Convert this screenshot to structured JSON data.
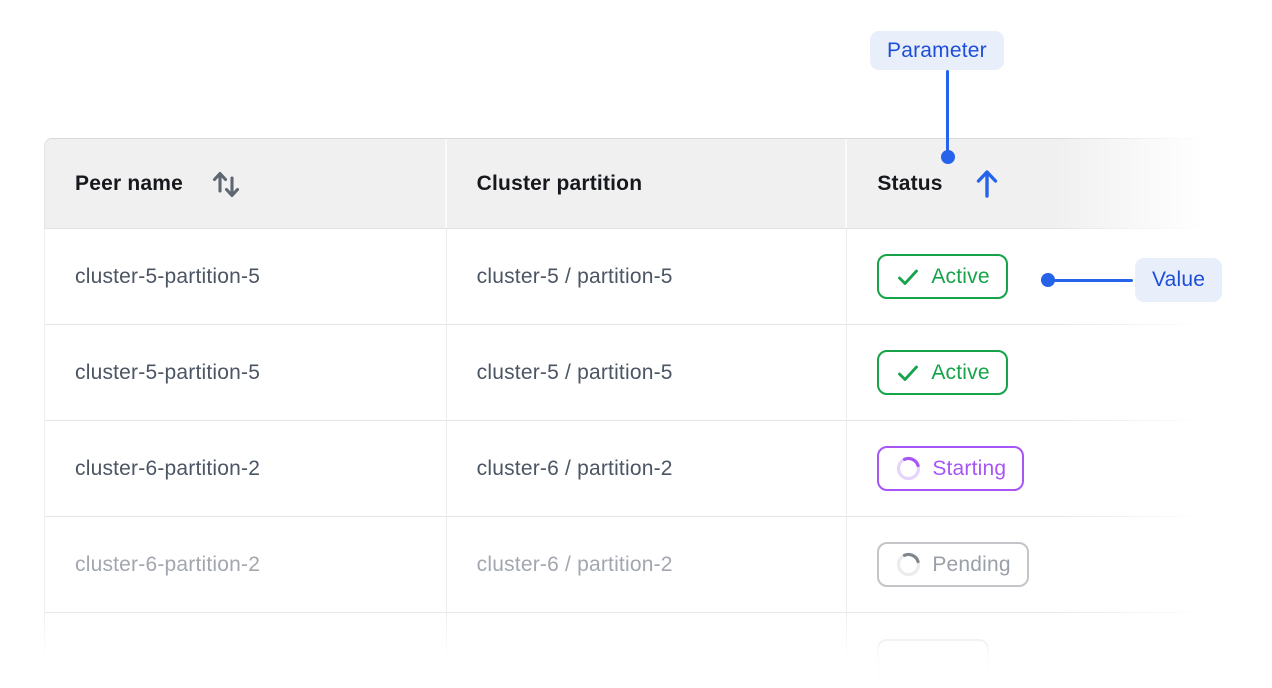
{
  "annotations": {
    "parameter_label": "Parameter",
    "value_label": "Value"
  },
  "table": {
    "header": {
      "peer_name": "Peer name",
      "cluster_partition": "Cluster partition",
      "status": "Status"
    },
    "sort": {
      "peer_name": "sortable-both",
      "status": "ascending"
    },
    "rows": [
      {
        "peer_name": "cluster-5-partition-5",
        "cluster_partition": "cluster-5 / partition-5",
        "status": "Active",
        "state": "active"
      },
      {
        "peer_name": "cluster-5-partition-5",
        "cluster_partition": "cluster-5 / partition-5",
        "status": "Active",
        "state": "active"
      },
      {
        "peer_name": "cluster-6-partition-2",
        "cluster_partition": "cluster-6 / partition-2",
        "status": "Starting",
        "state": "starting"
      },
      {
        "peer_name": "cluster-6-partition-2",
        "cluster_partition": "cluster-6 / partition-2",
        "status": "Pending",
        "state": "pending"
      },
      {
        "peer_name": "",
        "cluster_partition": "",
        "status": "",
        "state": "ghost"
      }
    ]
  },
  "icons": {
    "sort_both": "up-down-arrows",
    "sort_asc": "up-arrow",
    "active": "checkmark",
    "starting": "spinner",
    "pending": "spinner"
  },
  "colors": {
    "accent_blue": "#2563eb",
    "annotation_text_blue": "#1d4ed8",
    "annotation_bg_blue": "#e9eefb",
    "status_active_green": "#16a34a",
    "status_starting_purple": "#a855f7",
    "status_pending_gray": "#9aa0a8",
    "header_bg": "#f0f0f1",
    "body_text": "#4b5563"
  }
}
